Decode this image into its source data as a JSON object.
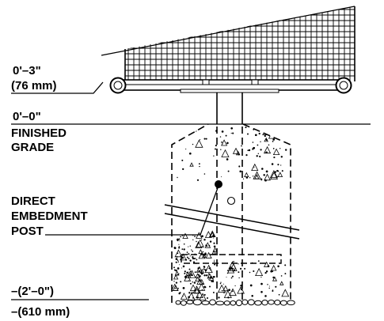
{
  "labels": {
    "elev_top_imperial": "0'–3\"",
    "elev_top_metric": "(76  mm)",
    "elev_zero": "0'–0\"",
    "finished_line1": "FINISHED",
    "finished_line2": "GRADE",
    "post_line1": "DIRECT",
    "post_line2": "EMBEDMENT",
    "post_line3": "POST",
    "elev_bottom_imperial": "–(2'–0\")",
    "elev_bottom_metric": "–(610  mm)"
  },
  "colors": {
    "line": "#000000",
    "background": "#ffffff"
  }
}
